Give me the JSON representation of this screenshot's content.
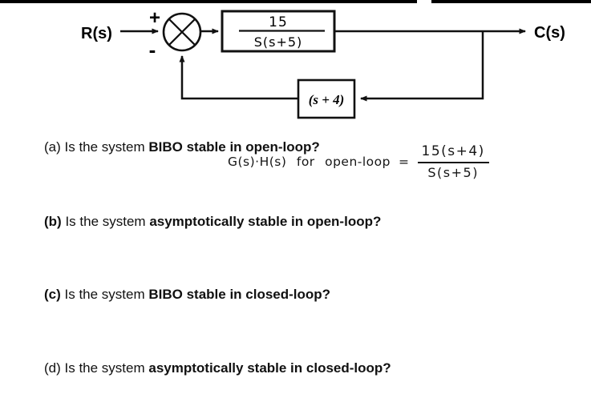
{
  "diagram": {
    "input_label": "R(s)",
    "output_label": "C(s)",
    "sum_plus": "+",
    "sum_minus": "-",
    "forward_block": {
      "numerator": "15",
      "denominator": "S(s+5)"
    },
    "feedback_block": {
      "label": "(s + 4)"
    }
  },
  "annotation": {
    "lhs": "G(s)·H(s) for open-loop",
    "equals": "=",
    "fraction": {
      "numerator": "15(s+4)",
      "denominator": "S(s+5)"
    }
  },
  "questions": [
    {
      "id": "(a)",
      "prefix": " Is the system ",
      "bold": "BIBO stable in open-loop?"
    },
    {
      "id": "(b)",
      "prefix": " Is the system ",
      "bold": "asymptotically stable in open-loop?"
    },
    {
      "id": "(c)",
      "prefix": " Is the system ",
      "bold": "BIBO stable in closed-loop?"
    },
    {
      "id": "(d)",
      "prefix": " Is the system ",
      "bold": "asymptotically stable in closed-loop?"
    }
  ],
  "colors": {
    "ink": "#111111",
    "background": "#ffffff"
  }
}
